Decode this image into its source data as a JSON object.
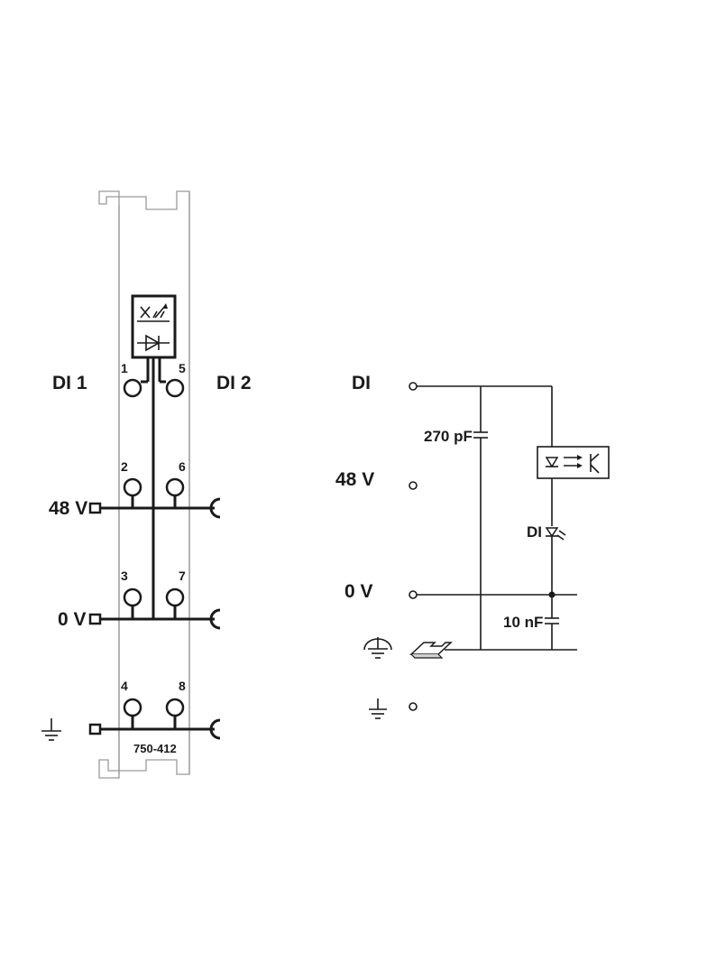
{
  "module": {
    "model": "750-412",
    "channels": [
      "DI 1",
      "DI 2"
    ],
    "rails": [
      "48 V",
      "0 V"
    ],
    "terminals": [
      "1",
      "2",
      "3",
      "4",
      "5",
      "6",
      "7",
      "8"
    ]
  },
  "schematic": {
    "inputs": [
      "DI",
      "48 V",
      "0 V"
    ],
    "capacitor_1": "270 pF",
    "capacitor_2": "10 nF",
    "led_label": "DI"
  },
  "icons": [
    "optocoupler-status-icon",
    "ground-icon",
    "protective-earth-icon",
    "din-rail-icon",
    "led-icon",
    "capacitor-icon"
  ]
}
